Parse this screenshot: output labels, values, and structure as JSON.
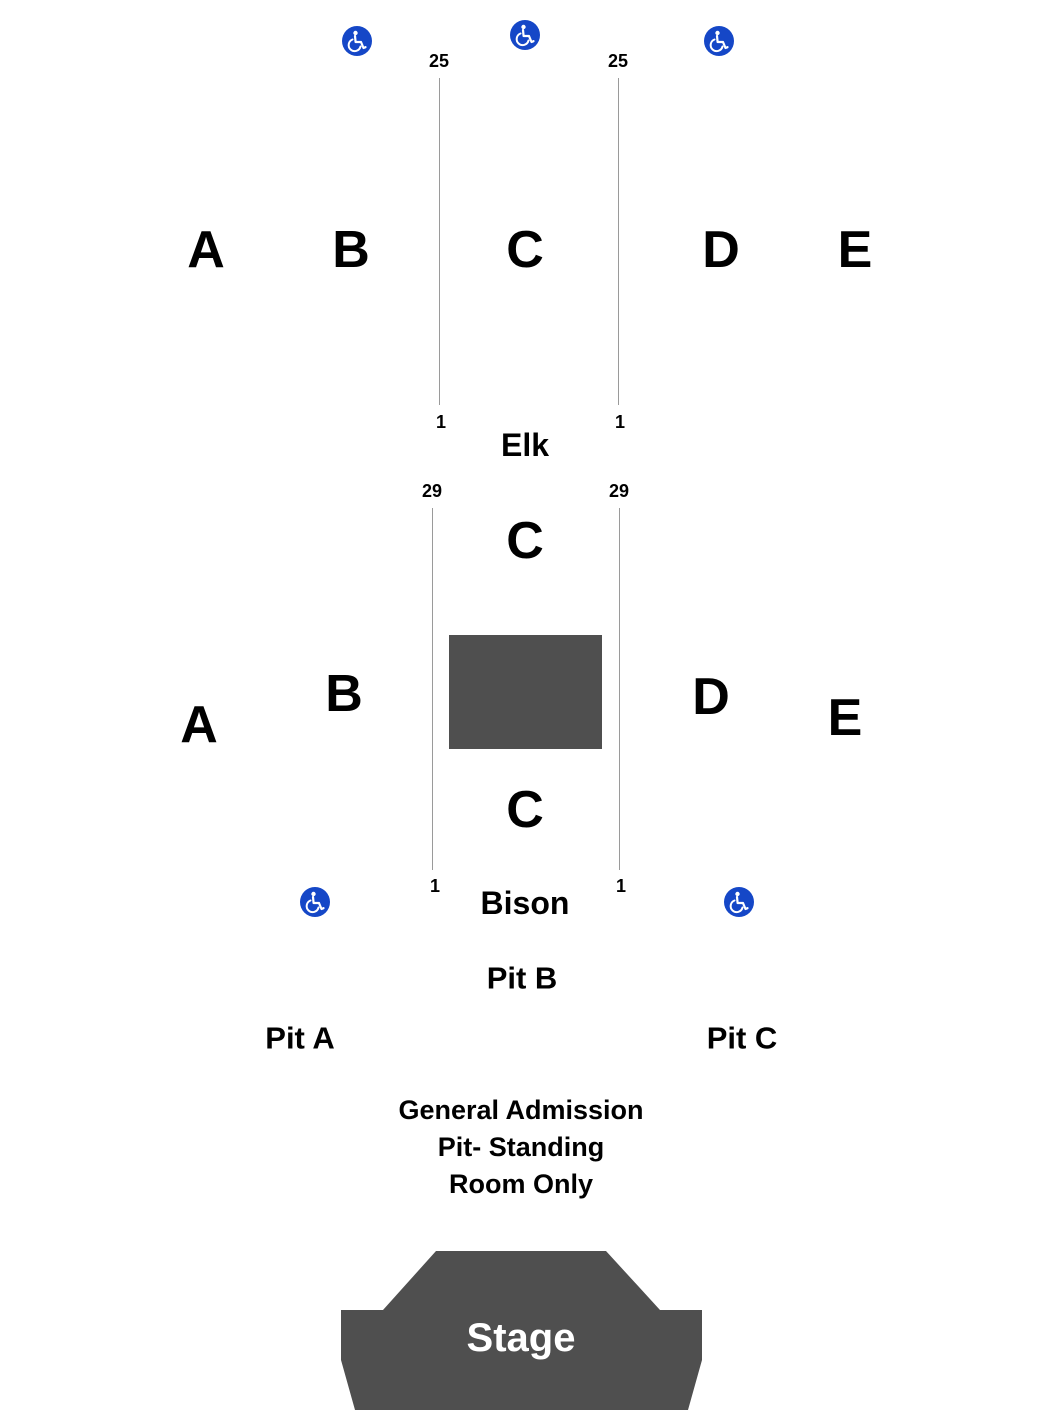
{
  "upper_level": {
    "name": "Elk",
    "sections": [
      "A",
      "B",
      "C",
      "D",
      "E"
    ],
    "aisle_left": {
      "top_row": "25",
      "bottom_row": "1"
    },
    "aisle_right": {
      "top_row": "25",
      "bottom_row": "1"
    }
  },
  "lower_level": {
    "name": "Bison",
    "sections": {
      "a": "A",
      "b": "B",
      "c_top": "C",
      "c_bottom": "C",
      "d": "D",
      "e": "E"
    },
    "aisle_left": {
      "top_row": "29",
      "bottom_row": "1"
    },
    "aisle_right": {
      "top_row": "29",
      "bottom_row": "1"
    }
  },
  "pit": {
    "b": "Pit B",
    "a": "Pit A",
    "c": "Pit C",
    "note_lines": [
      "General Admission",
      "Pit- Standing",
      "Room Only"
    ]
  },
  "stage": {
    "label": "Stage",
    "color": "#4f4f4f"
  },
  "accessibility": {
    "icon": "wheelchair-icon",
    "color": "#1547c7",
    "count": 5
  },
  "colors": {
    "background": "#ffffff",
    "text": "#000000",
    "console": "#4f4f4f",
    "aisle_line": "#9a9a9a"
  }
}
